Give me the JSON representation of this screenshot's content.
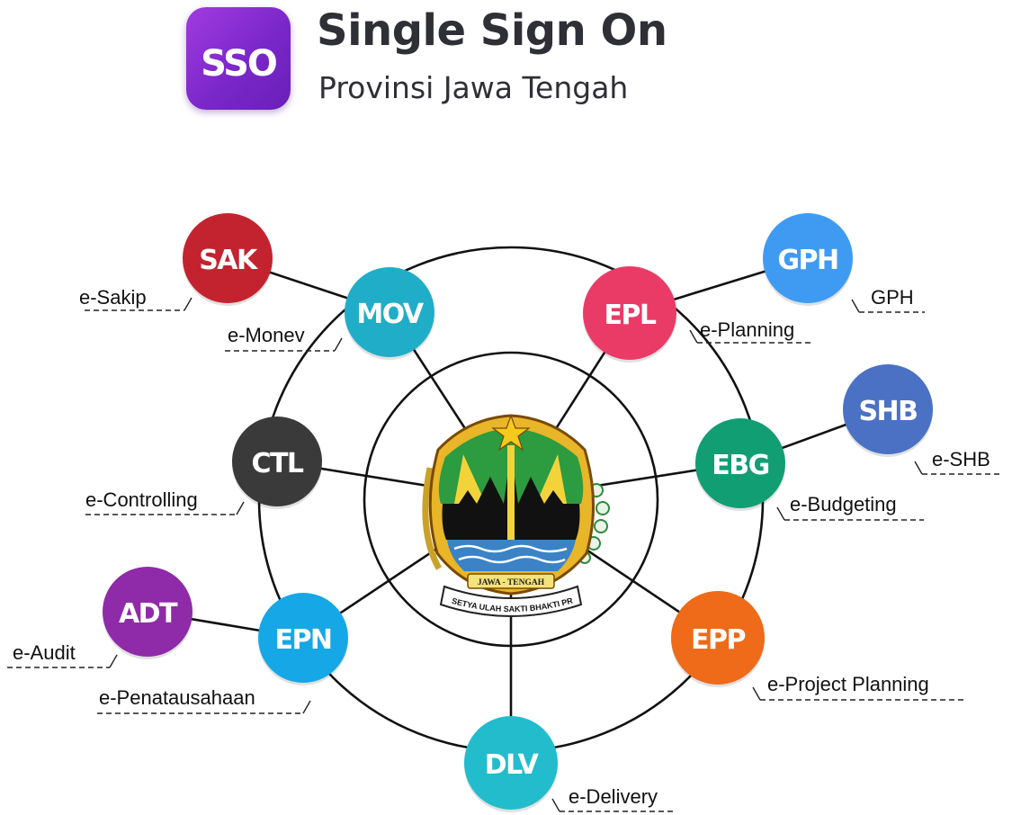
{
  "header": {
    "logo_text": "SSO",
    "title": "Single Sign On",
    "subtitle": "Provinsi Jawa Tengah"
  },
  "emblem": {
    "banner_top": "JAWA - TENGAH",
    "motto": "PRASETYA ULAH SAKTI BHAKTI PRAJA"
  },
  "nodes": [
    {
      "id": "sak",
      "abbr": "SAK",
      "label": "e-Sakip",
      "color": "#c3232f"
    },
    {
      "id": "mov",
      "abbr": "MOV",
      "label": "e-Monev",
      "color": "#20adc8"
    },
    {
      "id": "epl",
      "abbr": "EPL",
      "label": "e-Planning",
      "color": "#ea3b67"
    },
    {
      "id": "gph",
      "abbr": "GPH",
      "label": "GPH",
      "color": "#3f9bf2"
    },
    {
      "id": "shb",
      "abbr": "SHB",
      "label": "e-SHB",
      "color": "#4a71c3"
    },
    {
      "id": "ebg",
      "abbr": "EBG",
      "label": "e-Budgeting",
      "color": "#119e73"
    },
    {
      "id": "ctl",
      "abbr": "CTL",
      "label": "e-Controlling",
      "color": "#3a3a3a"
    },
    {
      "id": "adt",
      "abbr": "ADT",
      "label": "e-Audit",
      "color": "#8f2ba8"
    },
    {
      "id": "epn",
      "abbr": "EPN",
      "label": "e-Penatausahaan",
      "color": "#16a7e6"
    },
    {
      "id": "epp",
      "abbr": "EPP",
      "label": "e-Project Planning",
      "color": "#ef6a19"
    },
    {
      "id": "dlv",
      "abbr": "DLV",
      "label": "e-Delivery",
      "color": "#22bccd"
    }
  ]
}
